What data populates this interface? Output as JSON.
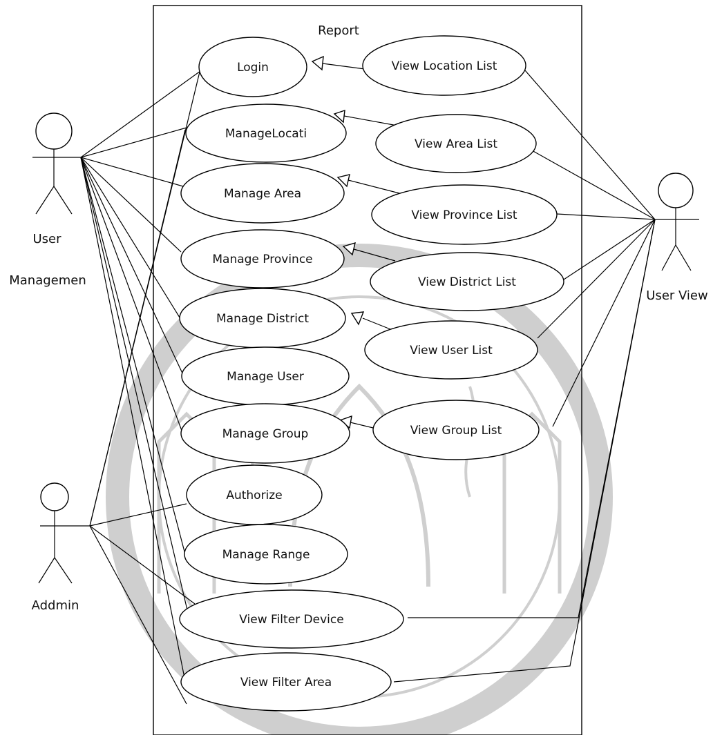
{
  "system": {
    "title": "Report"
  },
  "actors": {
    "user_management": {
      "name_line1": "User",
      "name_line2": "Managemen"
    },
    "user_view": {
      "name": "User View"
    },
    "admin": {
      "name": "Addmin"
    }
  },
  "use_cases": {
    "login": "Login",
    "manage_location": "ManageLocati",
    "manage_area": "Manage Area",
    "manage_province": "Manage Province",
    "manage_district": "Manage District",
    "manage_user": "Manage User",
    "manage_group": "Manage Group",
    "authorize": "Authorize",
    "manage_range": "Manage Range",
    "view_filter_device": "View Filter Device",
    "view_filter_area": "View Filter Area",
    "view_location_list": "View Location List",
    "view_area_list": "View Area List",
    "view_province_list": "View Province List",
    "view_district_list": "View District List",
    "view_user_list": "View User List",
    "view_group_list": "View Group List"
  }
}
